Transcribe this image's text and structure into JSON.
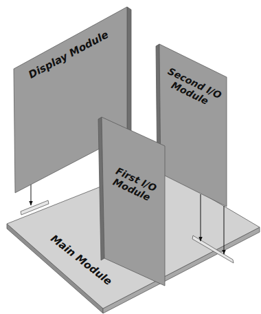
{
  "diagram": {
    "nodes": [
      {
        "text": [
          "Display Module"
        ]
      },
      {
        "text": [
          "Second I/O Module"
        ]
      },
      {
        "text": [
          "First I/O Module"
        ]
      },
      {
        "text": [
          "Main Module"
        ]
      }
    ],
    "edges": [
      {
        "from": 0,
        "to": 3,
        "arrow": "to"
      },
      {
        "from": 1,
        "to": 3,
        "arrow": "to"
      },
      {
        "from": 1,
        "to": 3,
        "arrow": "to"
      }
    ]
  }
}
